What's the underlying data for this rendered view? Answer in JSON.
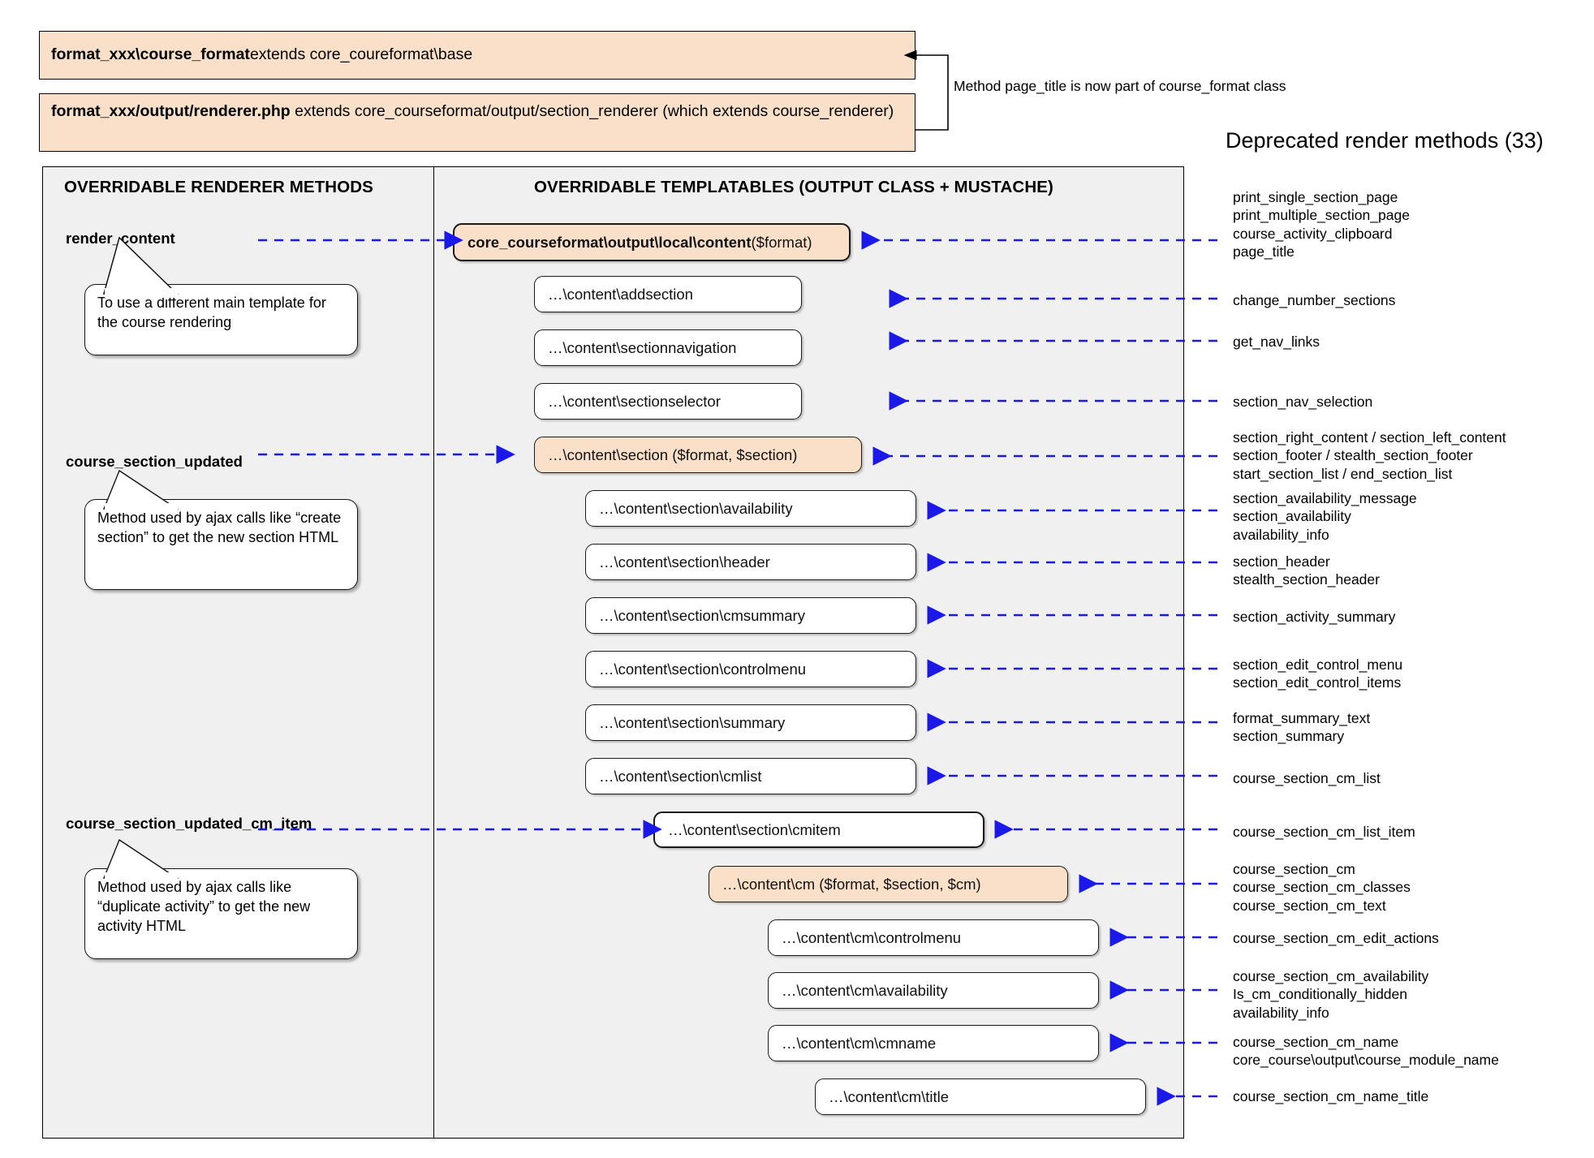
{
  "header": {
    "class_box": {
      "bold": "format_xxx\\course_format",
      "rest": " extends core_coureformat\\base"
    },
    "renderer_box": {
      "bold": "format_xxx/output/renderer.php",
      "rest": " extends core_courseformat/output/section_renderer (which extends course_renderer)"
    },
    "note": "Method page_title is now part of course_format class"
  },
  "deprecated": {
    "title": "Deprecated render methods (33)",
    "groups": [
      {
        "lines": [
          "print_single_section_page",
          "print_multiple_section_page",
          "course_activity_clipboard",
          "page_title"
        ]
      },
      {
        "lines": [
          "change_number_sections"
        ]
      },
      {
        "lines": [
          "get_nav_links"
        ]
      },
      {
        "lines": [
          "section_nav_selection"
        ]
      },
      {
        "lines": [
          "section_right_content / section_left_content",
          "section_footer / stealth_section_footer",
          "start_section_list / end_section_list"
        ]
      },
      {
        "lines": [
          "section_availability_message",
          "section_availability",
          "availability_info"
        ]
      },
      {
        "lines": [
          "section_header",
          "stealth_section_header"
        ]
      },
      {
        "lines": [
          "section_activity_summary"
        ]
      },
      {
        "lines": [
          "section_edit_control_menu",
          "section_edit_control_items"
        ]
      },
      {
        "lines": [
          "format_summary_text",
          "section_summary"
        ]
      },
      {
        "lines": [
          "course_section_cm_list"
        ]
      },
      {
        "lines": [
          "course_section_cm_list_item"
        ]
      },
      {
        "lines": [
          "course_section_cm",
          "course_section_cm_classes",
          "course_section_cm_text"
        ]
      },
      {
        "lines": [
          "course_section_cm_edit_actions"
        ]
      },
      {
        "lines": [
          "course_section_cm_availability",
          "Is_cm_conditionally_hidden",
          "availability_info"
        ]
      },
      {
        "lines": [
          "course_section_cm_name",
          "core_course\\output\\course_module_name"
        ]
      },
      {
        "lines": [
          "course_section_cm_name_title"
        ]
      }
    ]
  },
  "left_panel": {
    "title": "OVERRIDABLE RENDERER METHODS",
    "methods": [
      {
        "label": "render_content"
      },
      {
        "label": "course_section_updated"
      },
      {
        "label": "course_section_updated_cm_item"
      }
    ],
    "callouts": [
      {
        "text": "To use a different main template for the course rendering"
      },
      {
        "text": "Method used by ajax calls like “create section” to get the new section HTML"
      },
      {
        "text": "Method used by ajax calls like “duplicate activity” to get the new activity HTML"
      }
    ]
  },
  "center_panel": {
    "title": "OVERRIDABLE TEMPLATABLES (OUTPUT CLASS + MUSTACHE)",
    "boxes": [
      {
        "bold": "core_courseformat\\output\\local\\content",
        "rest": " ($format)",
        "peach": true,
        "thick": true
      },
      {
        "bold": "",
        "rest": "…\\content\\addsection",
        "peach": false,
        "thick": false
      },
      {
        "bold": "",
        "rest": "…\\content\\sectionnavigation",
        "peach": false,
        "thick": false
      },
      {
        "bold": "",
        "rest": "…\\content\\sectionselector",
        "peach": false,
        "thick": false
      },
      {
        "bold": "",
        "rest": "…\\content\\section ($format, $section)",
        "peach": true,
        "thick": false
      },
      {
        "bold": "",
        "rest": "…\\content\\section\\availability",
        "peach": false,
        "thick": false
      },
      {
        "bold": "",
        "rest": "…\\content\\section\\header",
        "peach": false,
        "thick": false
      },
      {
        "bold": "",
        "rest": "…\\content\\section\\cmsummary",
        "peach": false,
        "thick": false
      },
      {
        "bold": "",
        "rest": "…\\content\\section\\controlmenu",
        "peach": false,
        "thick": false
      },
      {
        "bold": "",
        "rest": "…\\content\\section\\summary",
        "peach": false,
        "thick": false
      },
      {
        "bold": "",
        "rest": "…\\content\\section\\cmlist",
        "peach": false,
        "thick": false
      },
      {
        "bold": "",
        "rest": "…\\content\\section\\cmitem",
        "peach": false,
        "thick": true
      },
      {
        "bold": "",
        "rest": "…\\content\\cm ($format, $section, $cm)",
        "peach": true,
        "thick": false
      },
      {
        "bold": "",
        "rest": "…\\content\\cm\\controlmenu",
        "peach": false,
        "thick": false
      },
      {
        "bold": "",
        "rest": "…\\content\\cm\\availability",
        "peach": false,
        "thick": false
      },
      {
        "bold": "",
        "rest": "…\\content\\cm\\cmname",
        "peach": false,
        "thick": false
      },
      {
        "bold": "",
        "rest": "…\\content\\cm\\title",
        "peach": false,
        "thick": false
      }
    ]
  },
  "colors": {
    "peach": "#fbe0c9",
    "panel_bg": "#f0f0f0",
    "arrow_blue": "#1a19e8",
    "border": "#000000"
  }
}
